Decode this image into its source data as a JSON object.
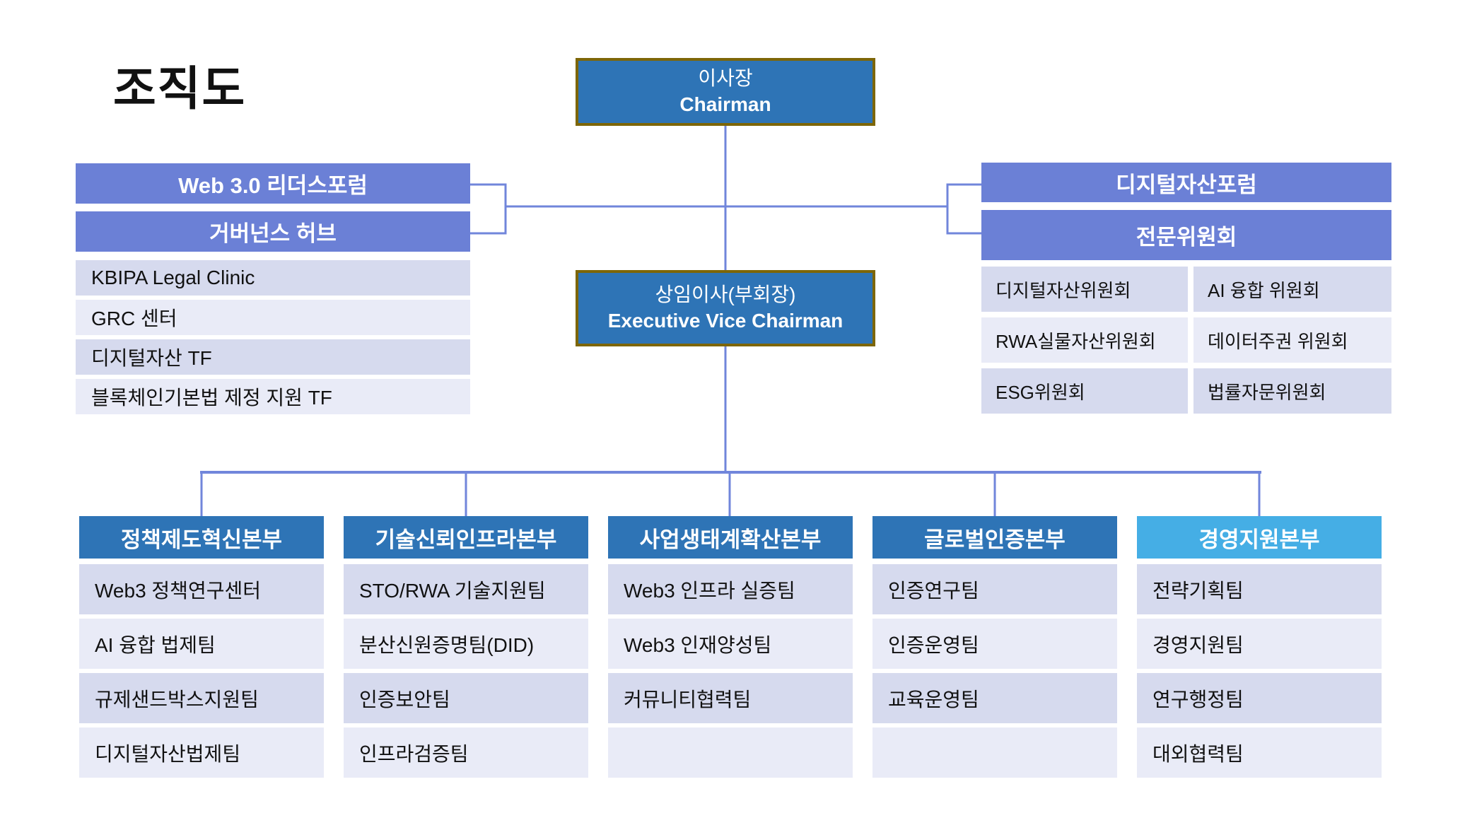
{
  "page": {
    "title": "조직도"
  },
  "colors": {
    "executive_box": "#2E74B6",
    "executive_border": "#7D6608",
    "periwinkle_header": "#6B80D6",
    "dept_header_blue": "#2E74B6",
    "dept_header_sky": "#45AEE5",
    "row_dark": "#D6DAEE",
    "row_light": "#E9EBF7",
    "connector": "#7186DB"
  },
  "executives": {
    "chairman": {
      "line1": "이사장",
      "line2": "Chairman"
    },
    "vice_chairman": {
      "line1": "상임이사(부회장)",
      "line2": "Executive Vice Chairman"
    }
  },
  "left_group": {
    "headers": [
      "Web 3.0 리더스포럼",
      "거버넌스 허브"
    ],
    "items": [
      "KBIPA Legal Clinic",
      "GRC 센터",
      "디지털자산 TF",
      "블록체인기본법 제정 지원 TF"
    ]
  },
  "right_group": {
    "headers": [
      "디지털자산포럼",
      "전문위원회"
    ],
    "committees": [
      "디지털자산위원회",
      "AI 융합 위원회",
      "RWA실물자산위원회",
      "데이터주권 위원회",
      "ESG위원회",
      "법률자문위원회"
    ]
  },
  "departments": [
    {
      "name": "정책제도혁신본부",
      "teams": [
        "Web3 정책연구센터",
        "AI 융합 법제팀",
        "규제샌드박스지원팀",
        "디지털자산법제팀"
      ]
    },
    {
      "name": "기술신뢰인프라본부",
      "teams": [
        "STO/RWA 기술지원팀",
        "분산신원증명팀(DID)",
        "인증보안팀",
        "인프라검증팀"
      ]
    },
    {
      "name": "사업생태계확산본부",
      "teams": [
        "Web3 인프라 실증팀",
        "Web3 인재양성팀",
        "커뮤니티협력팀",
        ""
      ]
    },
    {
      "name": "글로벌인증본부",
      "teams": [
        "인증연구팀",
        "인증운영팀",
        "교육운영팀",
        ""
      ]
    },
    {
      "name": "경영지원본부",
      "teams": [
        "전략기획팀",
        "경영지원팀",
        "연구행정팀",
        "대외협력팀"
      ]
    }
  ]
}
